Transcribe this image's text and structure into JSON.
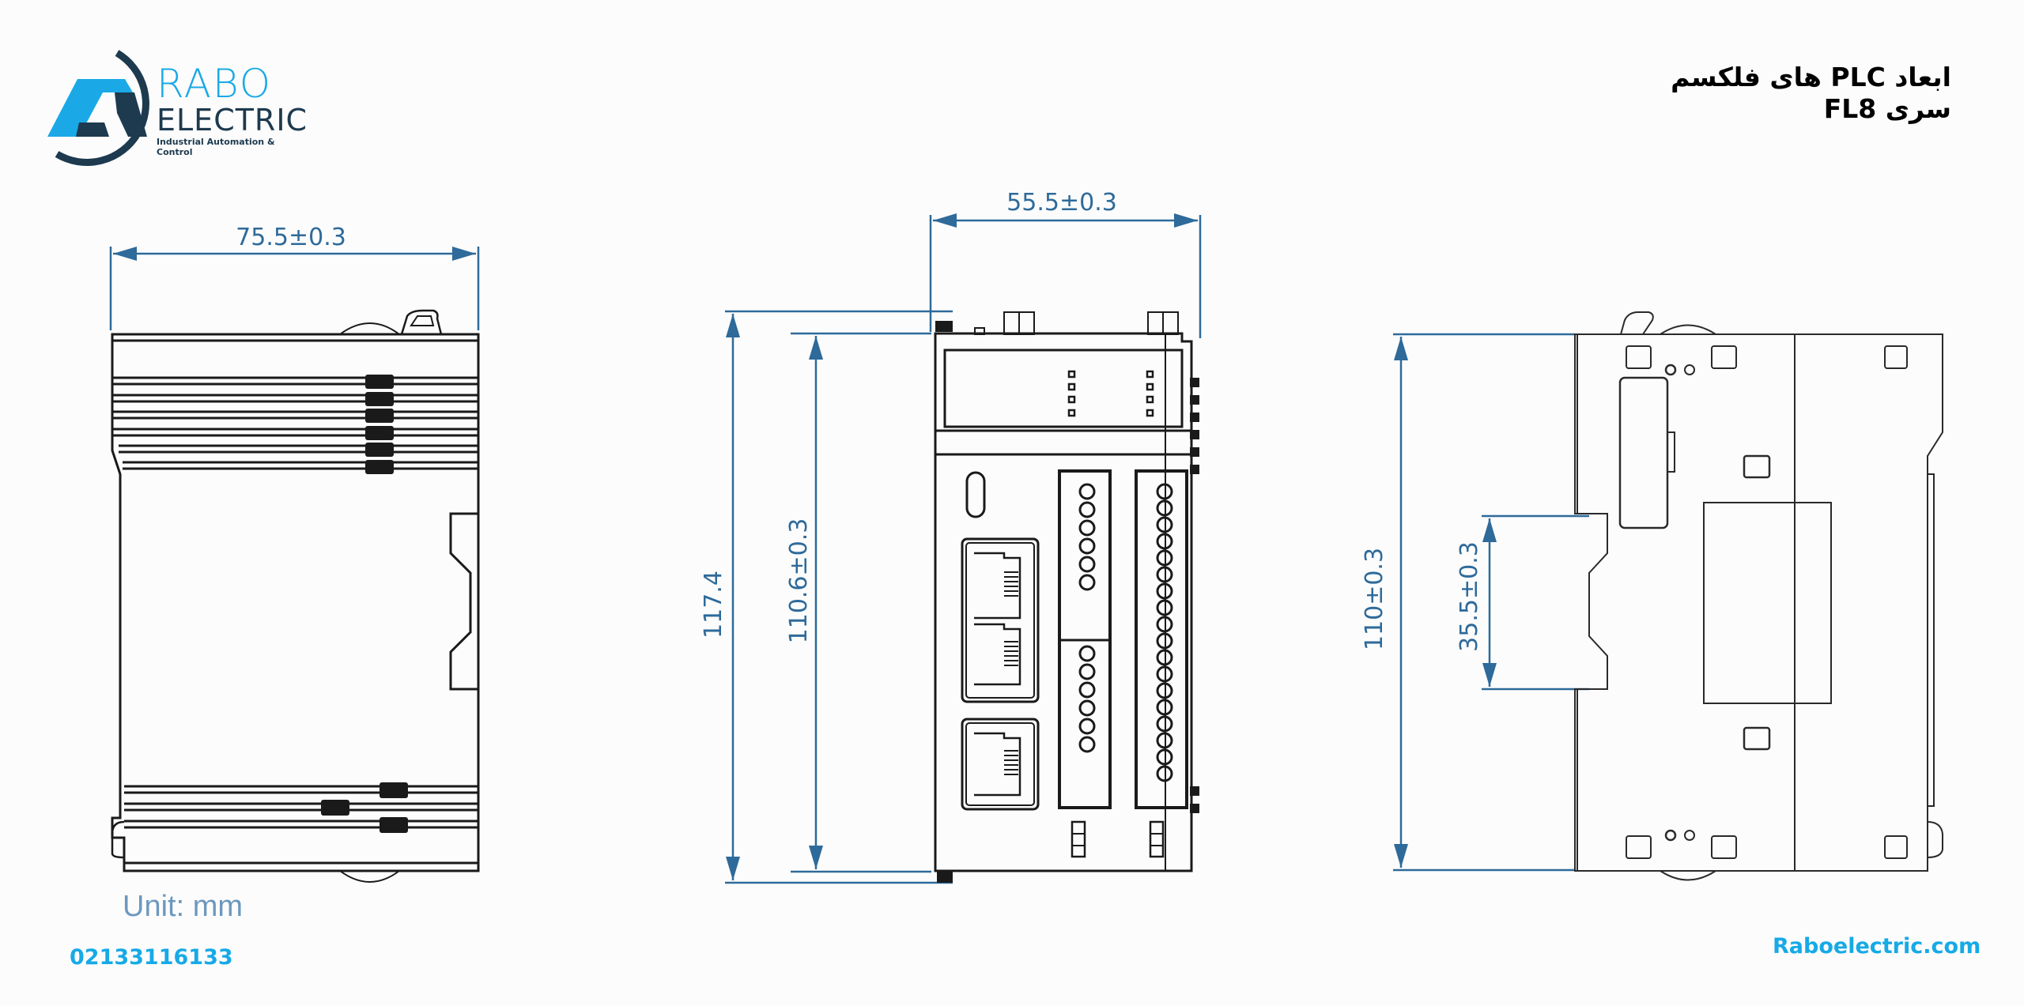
{
  "logo": {
    "word1": "RABO",
    "word2": "ELECTRIC",
    "tagline": "Industrial Automation & Control",
    "colors": {
      "primary": "#1aa9e6",
      "dark": "#1d3a4f"
    }
  },
  "title": {
    "line1": "ابعاد PLC های فلکسم",
    "line2": "سری FL8"
  },
  "dimensions": {
    "color": "#2e6a9a",
    "side_view_width": "75.5±0.3",
    "front_view_width": "55.5±0.3",
    "front_view_total_height": "117.4",
    "front_view_body_height": "110.6±0.3",
    "back_view_height": "110±0.3",
    "back_view_din_rail": "35.5±0.3"
  },
  "unit_label": "Unit: mm",
  "footer": {
    "phone": "02133116133",
    "website": "Raboelectric.com",
    "color": "#16aae6"
  },
  "views": [
    {
      "name": "side-view"
    },
    {
      "name": "front-view",
      "ethernet_ports": 3,
      "terminal_blocks": 2,
      "led_columns": 2,
      "leds_per_column": 4
    },
    {
      "name": "back-view"
    }
  ]
}
